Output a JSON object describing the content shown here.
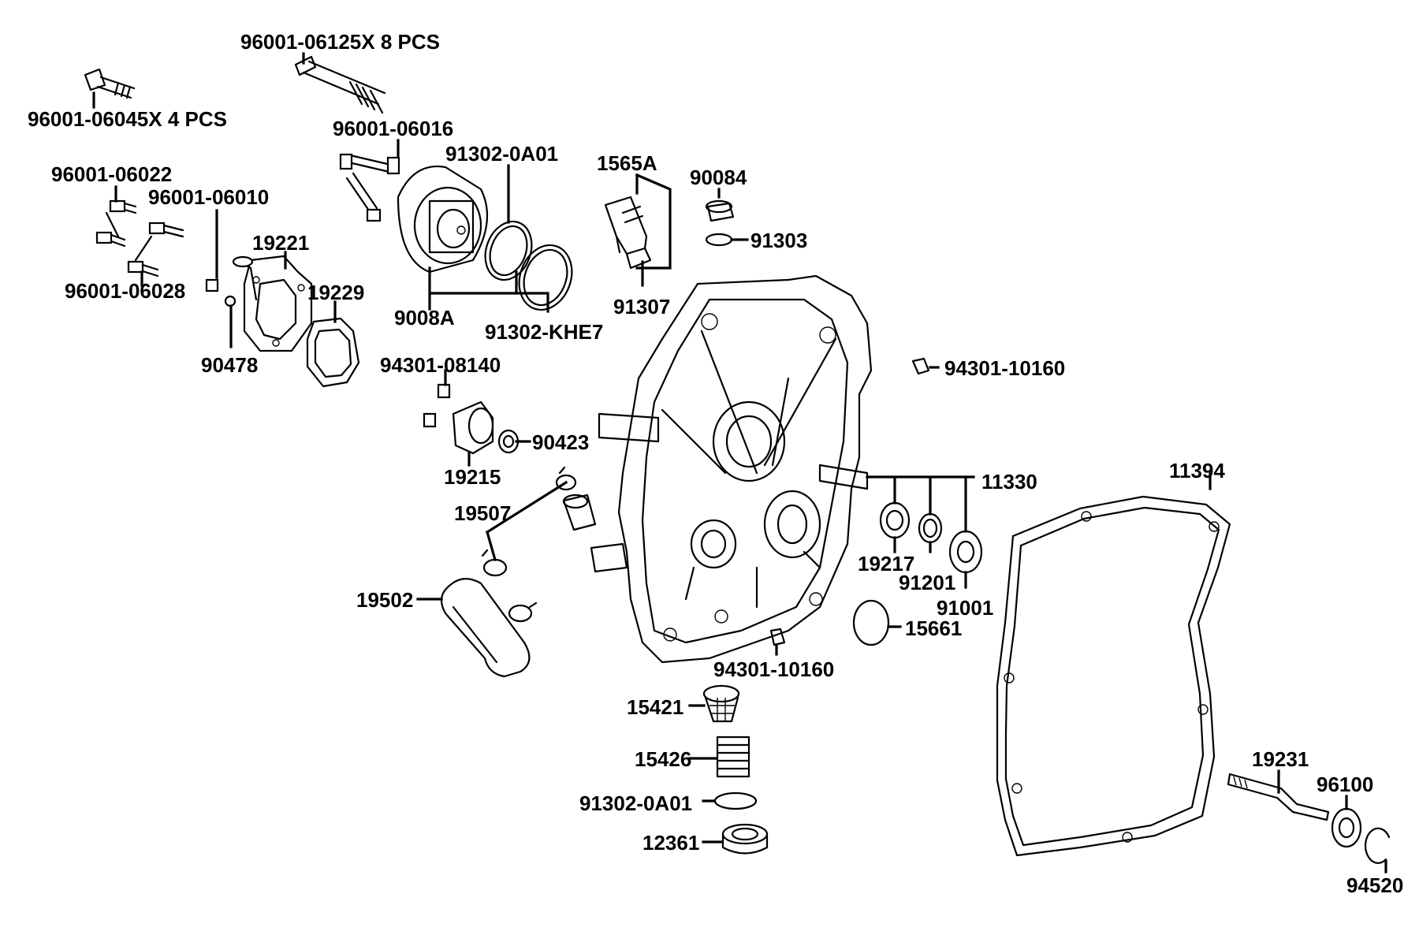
{
  "labels": {
    "bolt_8pcs": "96001-06125X 8 PCS",
    "bolt_4pcs": "96001-06045X 4 PCS",
    "bolt_06016": "96001-06016",
    "oring_91302_0a01_top": "91302-0A01",
    "part_1565a": "1565A",
    "part_90084": "90084",
    "part_91303": "91303",
    "bolt_06022": "96001-06022",
    "bolt_06010": "96001-06010",
    "part_19221": "19221",
    "part_19229": "19229",
    "bolt_06028": "96001-06028",
    "part_91307": "91307",
    "part_9008a": "9008A",
    "oring_91302_khe7": "91302-KHE7",
    "part_90478": "90478",
    "pin_94301_08140": "94301-08140",
    "pin_94301_10160_right": "94301-10160",
    "part_90423": "90423",
    "part_19215": "19215",
    "part_11330": "11330",
    "part_11394": "11394",
    "part_19507": "19507",
    "part_19217": "19217",
    "part_91201": "91201",
    "part_19502": "19502",
    "part_91001": "91001",
    "part_15661": "15661",
    "pin_94301_10160_bottom": "94301-10160",
    "part_15421": "15421",
    "part_15426": "15426",
    "oring_91302_0a01_bottom": "91302-0A01",
    "part_12361": "12361",
    "part_19231": "19231",
    "part_96100": "96100",
    "part_94520": "94520"
  },
  "colors": {
    "line": "#000000",
    "background": "#ffffff"
  }
}
